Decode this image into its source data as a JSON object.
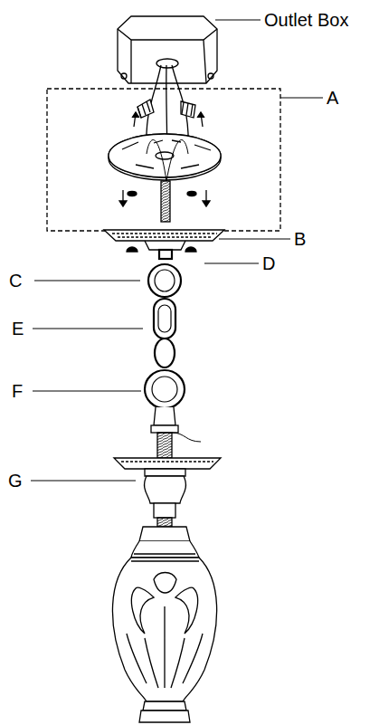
{
  "diagram": {
    "labels": [
      "Outlet Box",
      "A",
      "B",
      "C",
      "D",
      "E",
      "F",
      "G"
    ]
  }
}
